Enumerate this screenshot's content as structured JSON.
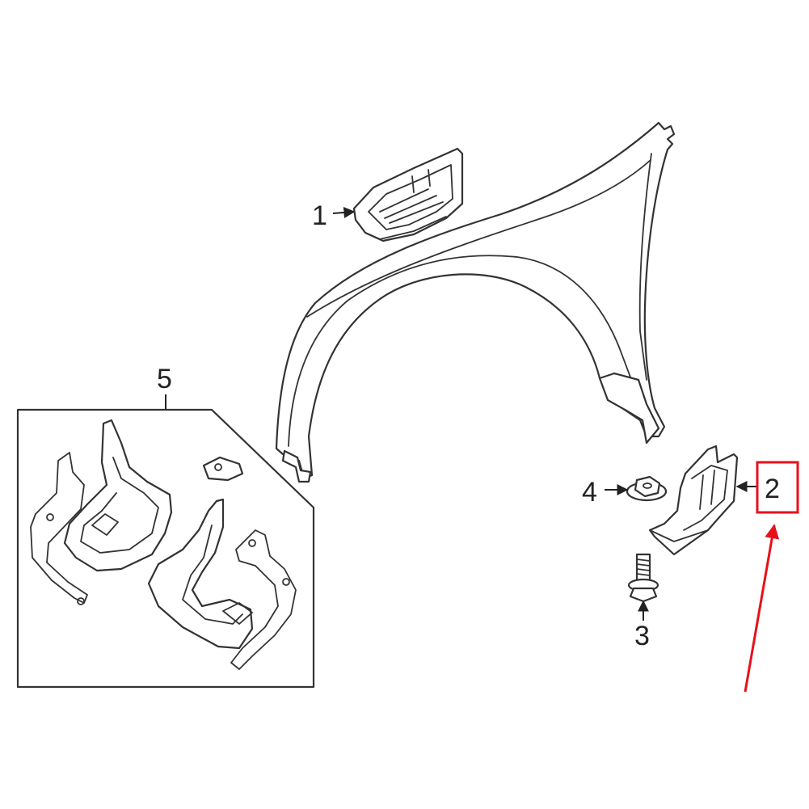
{
  "callouts": {
    "c1": "1",
    "c2": "2",
    "c3": "3",
    "c4": "4",
    "c5": "5"
  },
  "colors": {
    "line": "#333333",
    "highlight": "#e8101a",
    "background": "#ffffff"
  }
}
